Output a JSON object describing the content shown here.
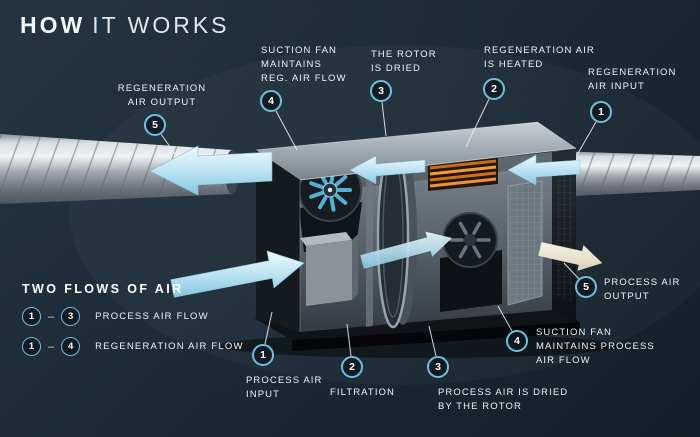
{
  "title": {
    "bold": "HOW",
    "rest": "IT WORKS"
  },
  "colors": {
    "background": "#1c2b36",
    "accent_blue": "#6fc0dd",
    "arrow_blue": "#bfe4f4",
    "output_arrow_cream": "#e9e4cf",
    "heater_orange": "#ef9238",
    "text": "#ffffff"
  },
  "legend": {
    "heading": "TWO FLOWS OF AIR",
    "separator": "–",
    "rows": [
      {
        "start": "1",
        "end": "3",
        "label": "PROCESS AIR FLOW"
      },
      {
        "start": "1",
        "end": "4",
        "label": "REGENERATION AIR FLOW"
      }
    ]
  },
  "callouts": [
    {
      "num": "5",
      "label": "REGENERATION\nAIR OUTPUT"
    },
    {
      "num": "4",
      "label": "SUCTION FAN\nMAINTAINS\nREG. AIR FLOW"
    },
    {
      "num": "3",
      "label": "THE ROTOR\nIS DRIED"
    },
    {
      "num": "2",
      "label": "REGENERATION AIR\nIS HEATED"
    },
    {
      "num": "1",
      "label": "REGENERATION\nAIR INPUT"
    },
    {
      "num": "1",
      "label": "PROCESS AIR\nINPUT"
    },
    {
      "num": "2",
      "label": "FILTRATION"
    },
    {
      "num": "3",
      "label": "PROCESS AIR IS DRIED\nBY THE ROTOR"
    },
    {
      "num": "4",
      "label": "SUCTION FAN\nMAINTAINS PROCESS\nAIR FLOW"
    },
    {
      "num": "5",
      "label": "PROCESS AIR\nOUTPUT"
    }
  ]
}
